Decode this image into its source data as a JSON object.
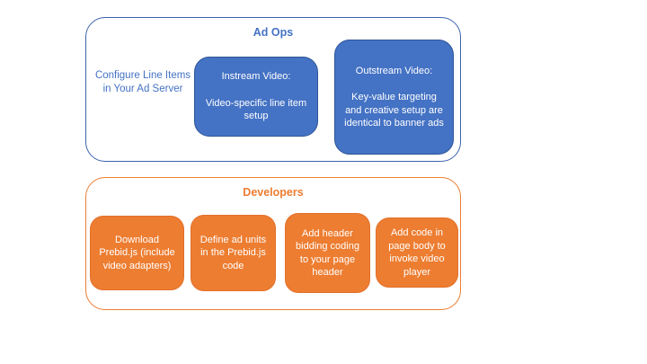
{
  "slide": {
    "ad_ops": {
      "title": "Ad Ops",
      "side_note": "Configure Line Items in Your Ad Server",
      "boxes": [
        {
          "title": "Instream Video:",
          "body": "Video-specific line item setup"
        },
        {
          "title": "Outstream Video:",
          "body": "Key-value targeting and creative setup are identical to banner ads"
        }
      ]
    },
    "developers": {
      "title": "Developers",
      "boxes": [
        {
          "label": "Download Prebid.js (include video adapters)"
        },
        {
          "label": "Define ad units in the Prebid.js code"
        },
        {
          "label": "Add header bidding coding to your page header"
        },
        {
          "label": "Add code in page body to invoke video player"
        }
      ]
    },
    "colors": {
      "blue_fill": "#4472C4",
      "blue_box_border": "#2F5597",
      "blue_container_border": "#3c64ad",
      "blue_text": "#4472C4",
      "orange_fill": "#ED7D31",
      "orange_text": "#ED7D31",
      "box_text": "#FFFFFF",
      "background": "#FFFFFF"
    }
  }
}
